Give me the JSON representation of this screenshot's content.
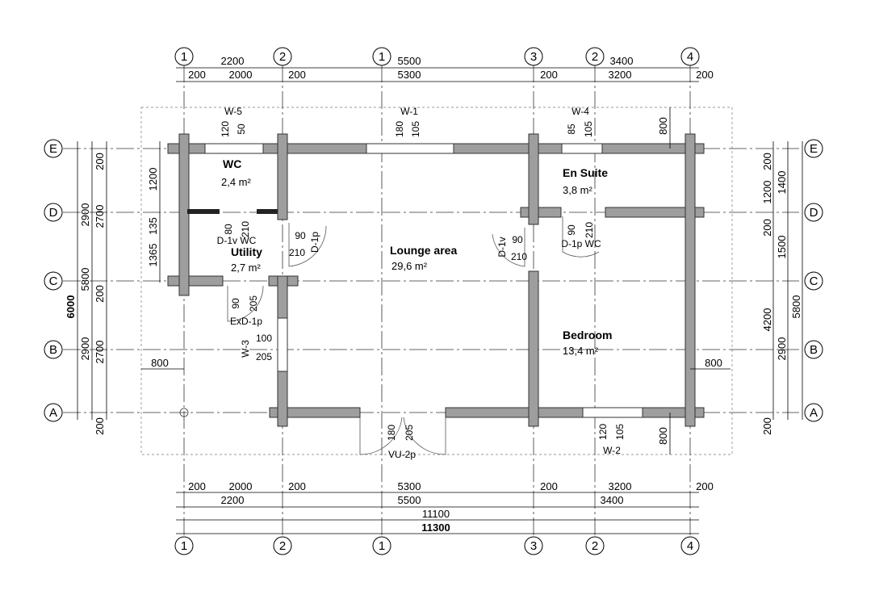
{
  "grid": {
    "columns": [
      "1",
      "2",
      "1",
      "3",
      "2",
      "4"
    ],
    "rows": [
      "E",
      "D",
      "C",
      "B",
      "A"
    ]
  },
  "dims": {
    "top_row1": [
      "2200",
      "5500",
      "3400"
    ],
    "top_row2": [
      "200",
      "2000",
      "200",
      "5300",
      "200",
      "3200",
      "200"
    ],
    "bottom_row1": [
      "200",
      "2000",
      "200",
      "5300",
      "200",
      "3200",
      "200"
    ],
    "bottom_row2": [
      "2200",
      "5500",
      "3400"
    ],
    "bottom_row3": "11100",
    "bottom_total": "11300",
    "left_outer": [
      "6000",
      "5800"
    ],
    "left_mid": [
      "2900",
      "2900"
    ],
    "left_inner": [
      "200",
      "2700",
      "200",
      "2700",
      "200"
    ],
    "left_room": [
      "1200",
      "135",
      "1365"
    ],
    "right_inner": [
      "200",
      "1200",
      "200",
      "1500",
      "4200",
      "2900",
      "200"
    ],
    "right_mid": [
      "1400",
      "5800"
    ],
    "offsets": [
      "800",
      "800",
      "800",
      "800"
    ]
  },
  "rooms": [
    {
      "name": "WC",
      "area": "2,4 m²"
    },
    {
      "name": "Utility",
      "area": "2,7 m²"
    },
    {
      "name": "Lounge area",
      "area": "29,6 m²"
    },
    {
      "name": "En Suite",
      "area": "3,8 m²"
    },
    {
      "name": "Bedroom",
      "area": "13,4 m²"
    }
  ],
  "windows": {
    "w5": {
      "label": "W-5",
      "a": "120",
      "b": "50"
    },
    "w1": {
      "label": "W-1",
      "a": "180",
      "b": "105"
    },
    "w4": {
      "label": "W-4",
      "a": "85",
      "b": "105"
    },
    "w3": {
      "label": "W-3",
      "a": "100",
      "b": "205"
    },
    "w2": {
      "label": "W-2",
      "a": "120",
      "b": "105"
    }
  },
  "doors": {
    "d1v_wc": {
      "label": "D-1v WC",
      "a": "80",
      "b": "210"
    },
    "d1p": {
      "label": "D-1p",
      "a": "90",
      "b": "210"
    },
    "exd": {
      "label": "ExD-1p",
      "a": "90",
      "b": "205"
    },
    "d1v": {
      "label": "D-1v",
      "a": "90",
      "b": "210"
    },
    "d1p_wc": {
      "label": "D-1p WC",
      "a": "90",
      "b": "210"
    },
    "vu2p": {
      "label": "VU-2p",
      "a": "180",
      "b": "205"
    }
  }
}
